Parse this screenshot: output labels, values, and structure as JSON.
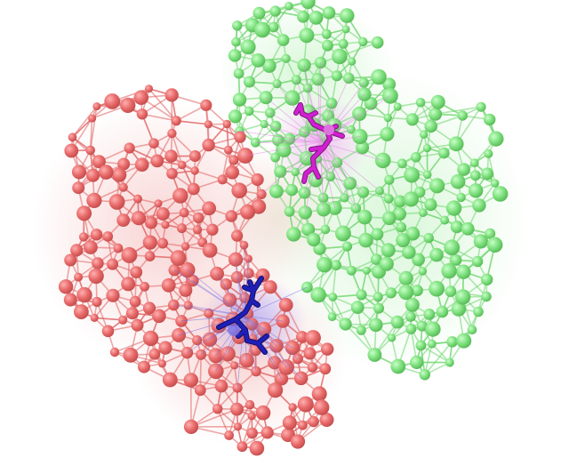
{
  "scene": {
    "background": "#ffffff",
    "clusters": [
      {
        "name": "red-cluster",
        "color": "#e86a6a",
        "edge_color": "#e06060"
      },
      {
        "name": "green-cluster",
        "color": "#7ee07e",
        "edge_color": "#6cd66c"
      }
    ],
    "bridge_edge_color": "#b8b870",
    "ligands": [
      {
        "name": "magenta-ligand",
        "color": "#d21fd2"
      },
      {
        "name": "blue-ligand",
        "color": "#1f1fb8"
      }
    ]
  }
}
